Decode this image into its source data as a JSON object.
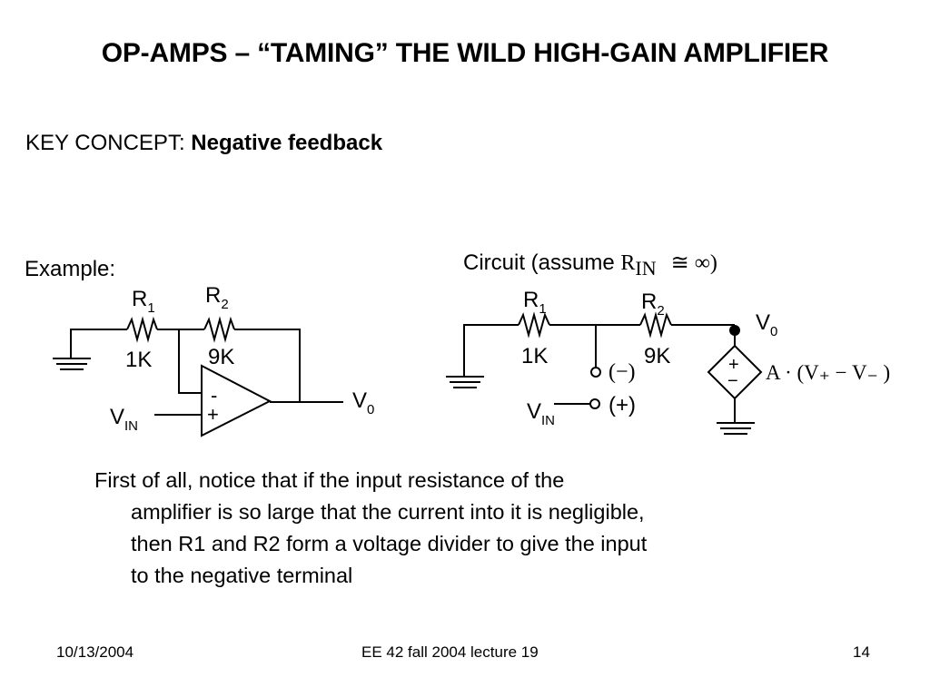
{
  "slide": {
    "title": "OP-AMPS – “TAMING” THE WILD HIGH-GAIN AMPLIFIER",
    "key_concept_prefix": "KEY CONCEPT: ",
    "key_concept_term": "Negative feedback"
  },
  "example": {
    "label": "Example:",
    "r1": "R",
    "r1_sub": "1",
    "r2": "R",
    "r2_sub": "2",
    "r1_value": "1K",
    "r2_value": "9K",
    "minus_input": "-",
    "plus_input": "+",
    "vin": "V",
    "vin_sub": "IN",
    "vout": "V",
    "vout_sub": "0"
  },
  "circuit": {
    "label_prefix": "Circuit (assume ",
    "rin": "R",
    "rin_sub": "IN",
    "rin_rel": "≅ ∞)",
    "r1": "R",
    "r1_sub": "1",
    "r2": "R",
    "r2_sub": "2",
    "r1_value": "1K",
    "r2_value": "9K",
    "neg_terminal": "(−)",
    "pos_terminal": "(+)",
    "vin": "V",
    "vin_sub": "IN",
    "vout": "V",
    "vout_sub": "0",
    "source_plus": "+",
    "source_minus": "−",
    "source_expr": "A · (V₊ − V₋ )"
  },
  "body": {
    "line1": "First of all, notice that if the input resistance  of the",
    "line2": "amplifier is so large that the current into it is negligible,",
    "line3": "then R1 and R2 form a voltage divider to give the input",
    "line4": "to the negative terminal"
  },
  "footer": {
    "date": "10/13/2004",
    "course": "EE 42 fall 2004 lecture 19",
    "page": "14"
  }
}
